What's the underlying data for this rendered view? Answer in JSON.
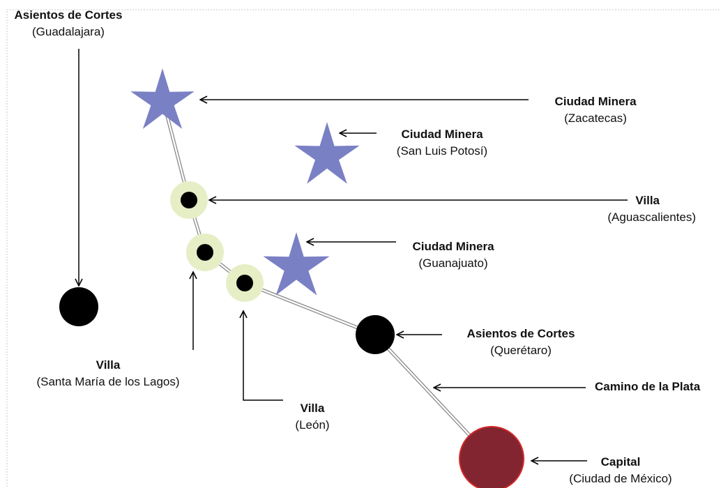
{
  "labels": {
    "guadalajara": {
      "title": "Asientos de Cortes",
      "sub": "(Guadalajara)"
    },
    "zacatecas": {
      "title": "Ciudad Minera",
      "sub": "(Zacatecas)"
    },
    "san_luis": {
      "title": "Ciudad Minera",
      "sub": "(San Luis Potosí)"
    },
    "aguascalientes": {
      "title": "Villa",
      "sub": "(Aguascalientes)"
    },
    "guanajuato": {
      "title": "Ciudad Minera",
      "sub": "(Guanajuato)"
    },
    "queretaro": {
      "title": "Asientos de Cortes",
      "sub": "(Querétaro)"
    },
    "camino": {
      "title": "Camino de la Plata"
    },
    "santa_maria": {
      "title": "Villa",
      "sub": "(Santa María de los Lagos)"
    },
    "leon": {
      "title": "Villa",
      "sub": "(León)"
    },
    "capital": {
      "title": "Capital",
      "sub": "(Ciudad de México)"
    }
  },
  "colors": {
    "star": "#7a80c4",
    "villa_halo": "#e6eec6",
    "capital": "#822530",
    "capital_stroke": "#d42a2a",
    "node": "#000000"
  }
}
